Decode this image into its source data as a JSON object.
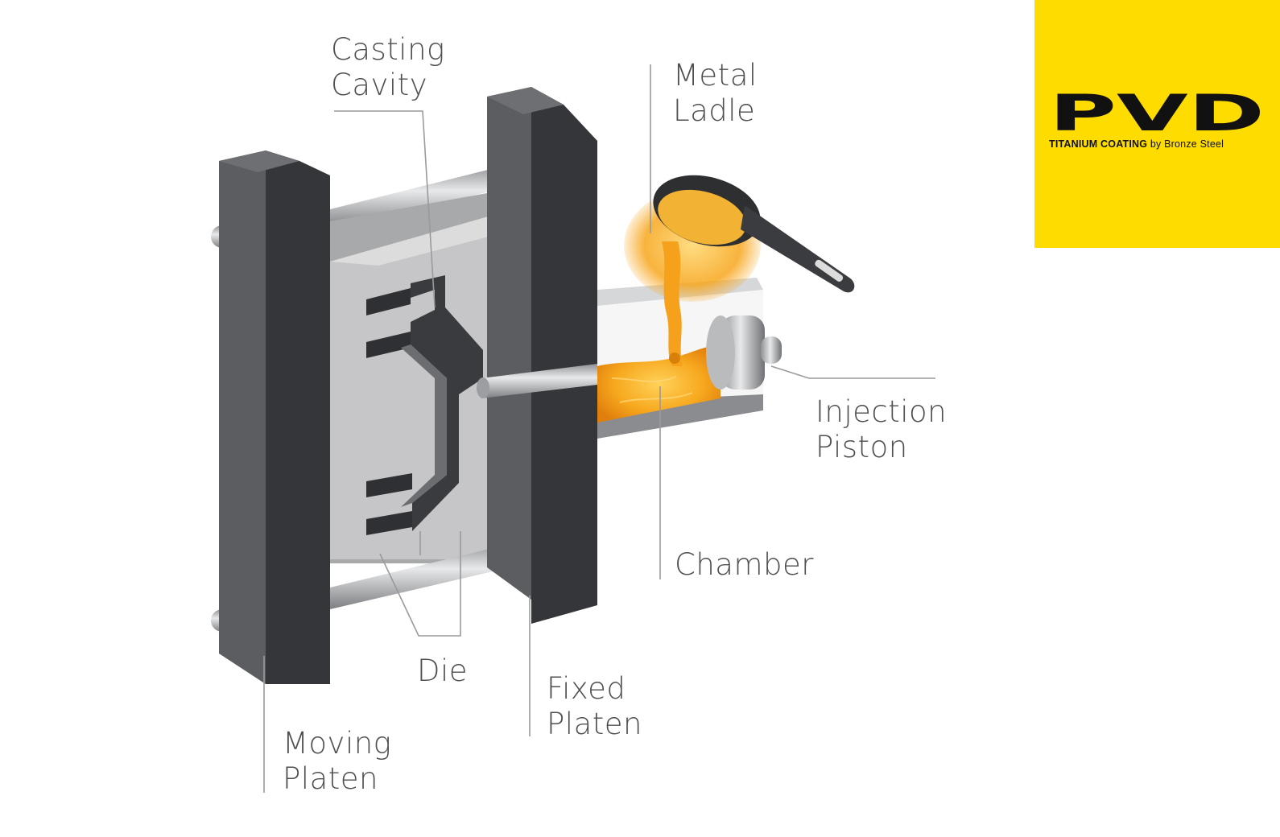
{
  "labels": {
    "casting_cavity": [
      "Casting",
      "Cavity"
    ],
    "metal_ladle": [
      "Metal",
      "Ladle"
    ],
    "injection_piston": [
      "Injection",
      "Piston"
    ],
    "chamber": "Chamber",
    "die": "Die",
    "fixed_platen": [
      "Fixed",
      "Platen"
    ],
    "moving_platen": [
      "Moving",
      "Platen"
    ]
  },
  "logo": {
    "wordmark": "PVD",
    "tagline_bold": "TITANIUM COATING",
    "tagline_rest": "by Bronze Steel",
    "background": "#ffdc00"
  },
  "colors": {
    "platen_dark": "#3a3b3d",
    "platen_side": "#5b5d60",
    "die_face": "#c6c6c8",
    "molten_metal": "#f5a11c",
    "label_text": "#4f4f4f",
    "leader_line": "#9a9a9a"
  }
}
